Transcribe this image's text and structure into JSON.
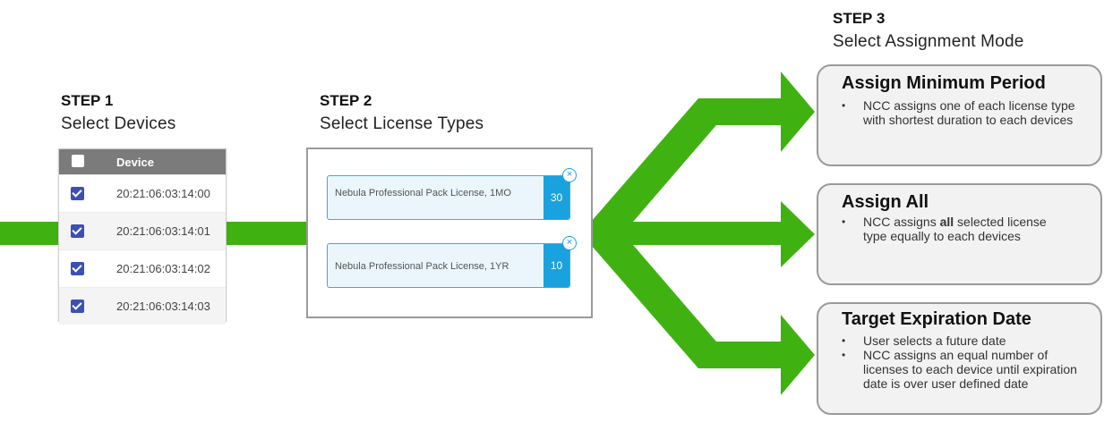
{
  "step1": {
    "title": "STEP 1",
    "subtitle": "Select Devices"
  },
  "step2": {
    "title": "STEP 2",
    "subtitle": "Select License Types"
  },
  "step3": {
    "title": "STEP 3",
    "subtitle": "Select Assignment Mode"
  },
  "device_table": {
    "column": "Device",
    "rows": [
      "20:21:06:03:14:00",
      "20:21:06:03:14:01",
      "20:21:06:03:14:02",
      "20:21:06:03:14:03"
    ]
  },
  "licenses": [
    {
      "name": "Nebula Professional Pack License, 1MO",
      "qty": "30"
    },
    {
      "name": "Nebula Professional Pack License, 1YR",
      "qty": "10"
    }
  ],
  "modes": [
    {
      "title": "Assign Minimum Period",
      "bullet": "NCC assigns one of each license type with shortest duration to each devices"
    },
    {
      "title": "Assign All",
      "bullet_pre": "NCC assigns ",
      "bullet_bold": "all",
      "bullet_post": " selected license type equally to each devices"
    },
    {
      "title": "Target Expiration Date",
      "bullets": [
        "User selects a future date",
        "NCC assigns an equal number of licenses to each device until expiration date is over user defined date"
      ]
    }
  ],
  "colors": {
    "arrow": "#3fb211",
    "accent": "#19a2dd",
    "checkbox": "#3c4fb7"
  },
  "icons": {
    "remove": "×"
  }
}
